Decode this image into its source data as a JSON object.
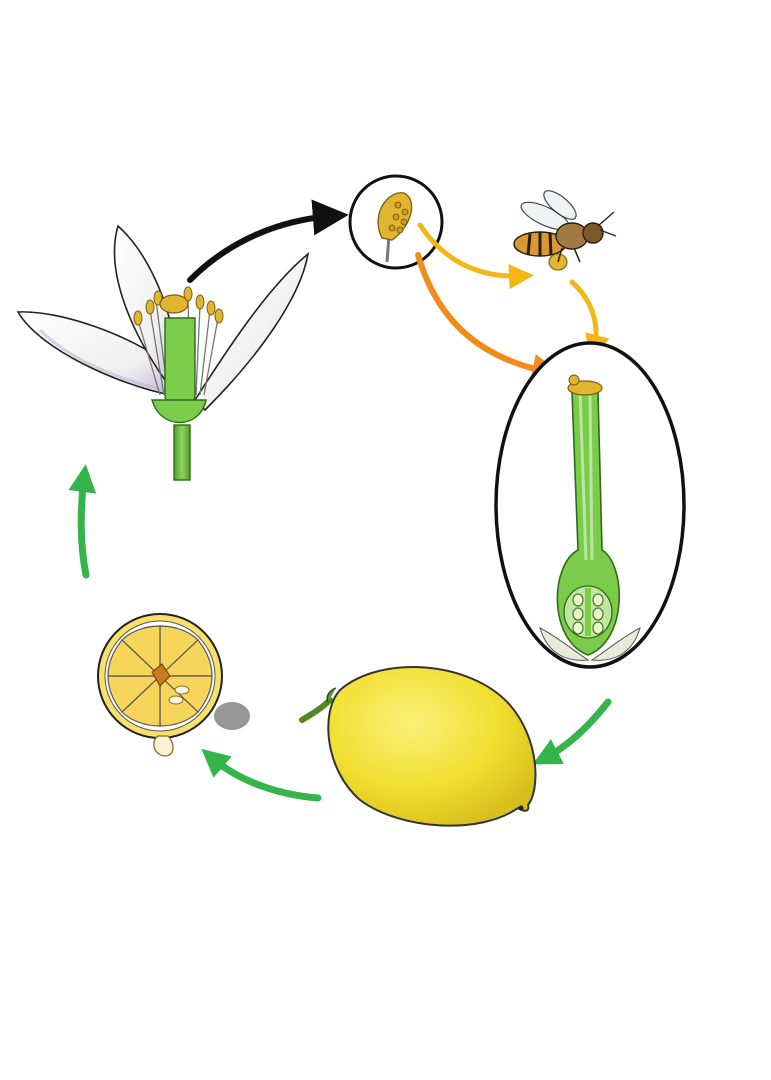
{
  "diagram": {
    "stages": [
      {
        "id": "flower",
        "icon": "lemon-blossom-cross-section-icon"
      },
      {
        "id": "anther",
        "icon": "anther-with-pollen-icon"
      },
      {
        "id": "bee",
        "icon": "honeybee-carrying-pollen-icon"
      },
      {
        "id": "pistil",
        "icon": "pistil-ovary-cross-section-icon"
      },
      {
        "id": "fruit",
        "icon": "whole-lemon-icon"
      },
      {
        "id": "seed",
        "icon": "halved-lemon-with-seeds-icon"
      }
    ],
    "colors": {
      "arrow_black": "#111111",
      "arrow_yellow": "#f2b616",
      "arrow_orange": "#f08c1a",
      "arrow_green": "#35b449",
      "petal": "#f7f7f4",
      "petal_shade": "#d9c7e6",
      "stem_green": "#6abf3f",
      "pollen": "#e0b630",
      "lemon_yellow": "#f4e23a",
      "lemon_flesh": "#f6d55a"
    }
  }
}
